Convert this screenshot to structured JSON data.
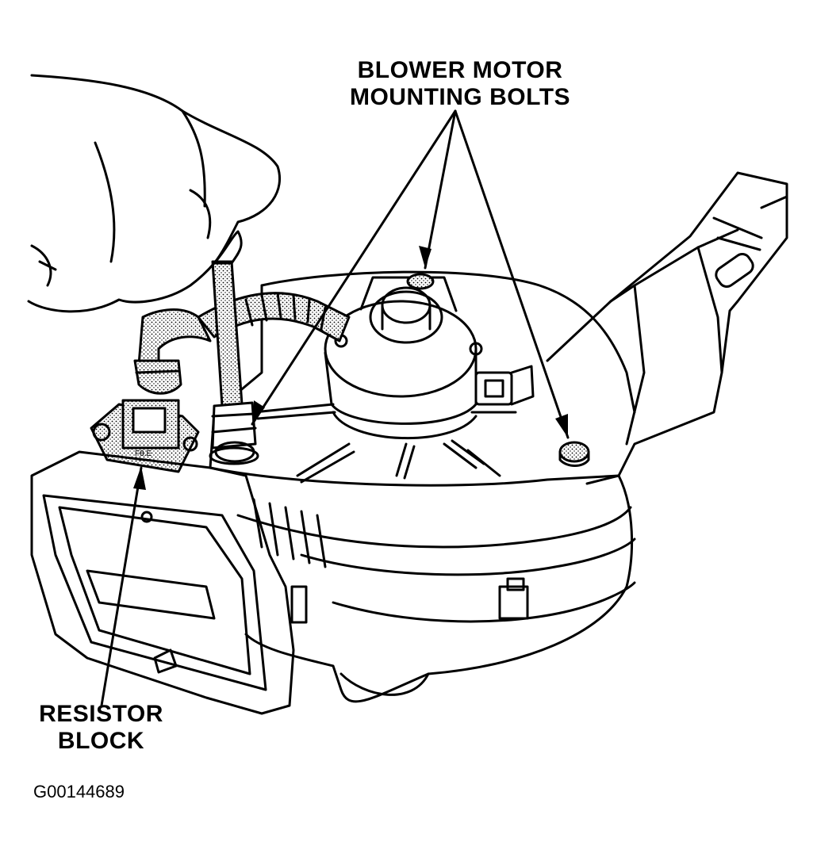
{
  "diagram": {
    "callouts": {
      "blower_motor_bolts": {
        "line1": "BLOWER MOTOR",
        "line2": "MOUNTING BOLTS"
      },
      "resistor_block": {
        "line1": "RESISTOR",
        "line2": "BLOCK"
      }
    },
    "figure_id": "G00144689"
  },
  "style": {
    "ink": "#000000",
    "paper": "#ffffff",
    "shade": "#d0d0d0"
  }
}
